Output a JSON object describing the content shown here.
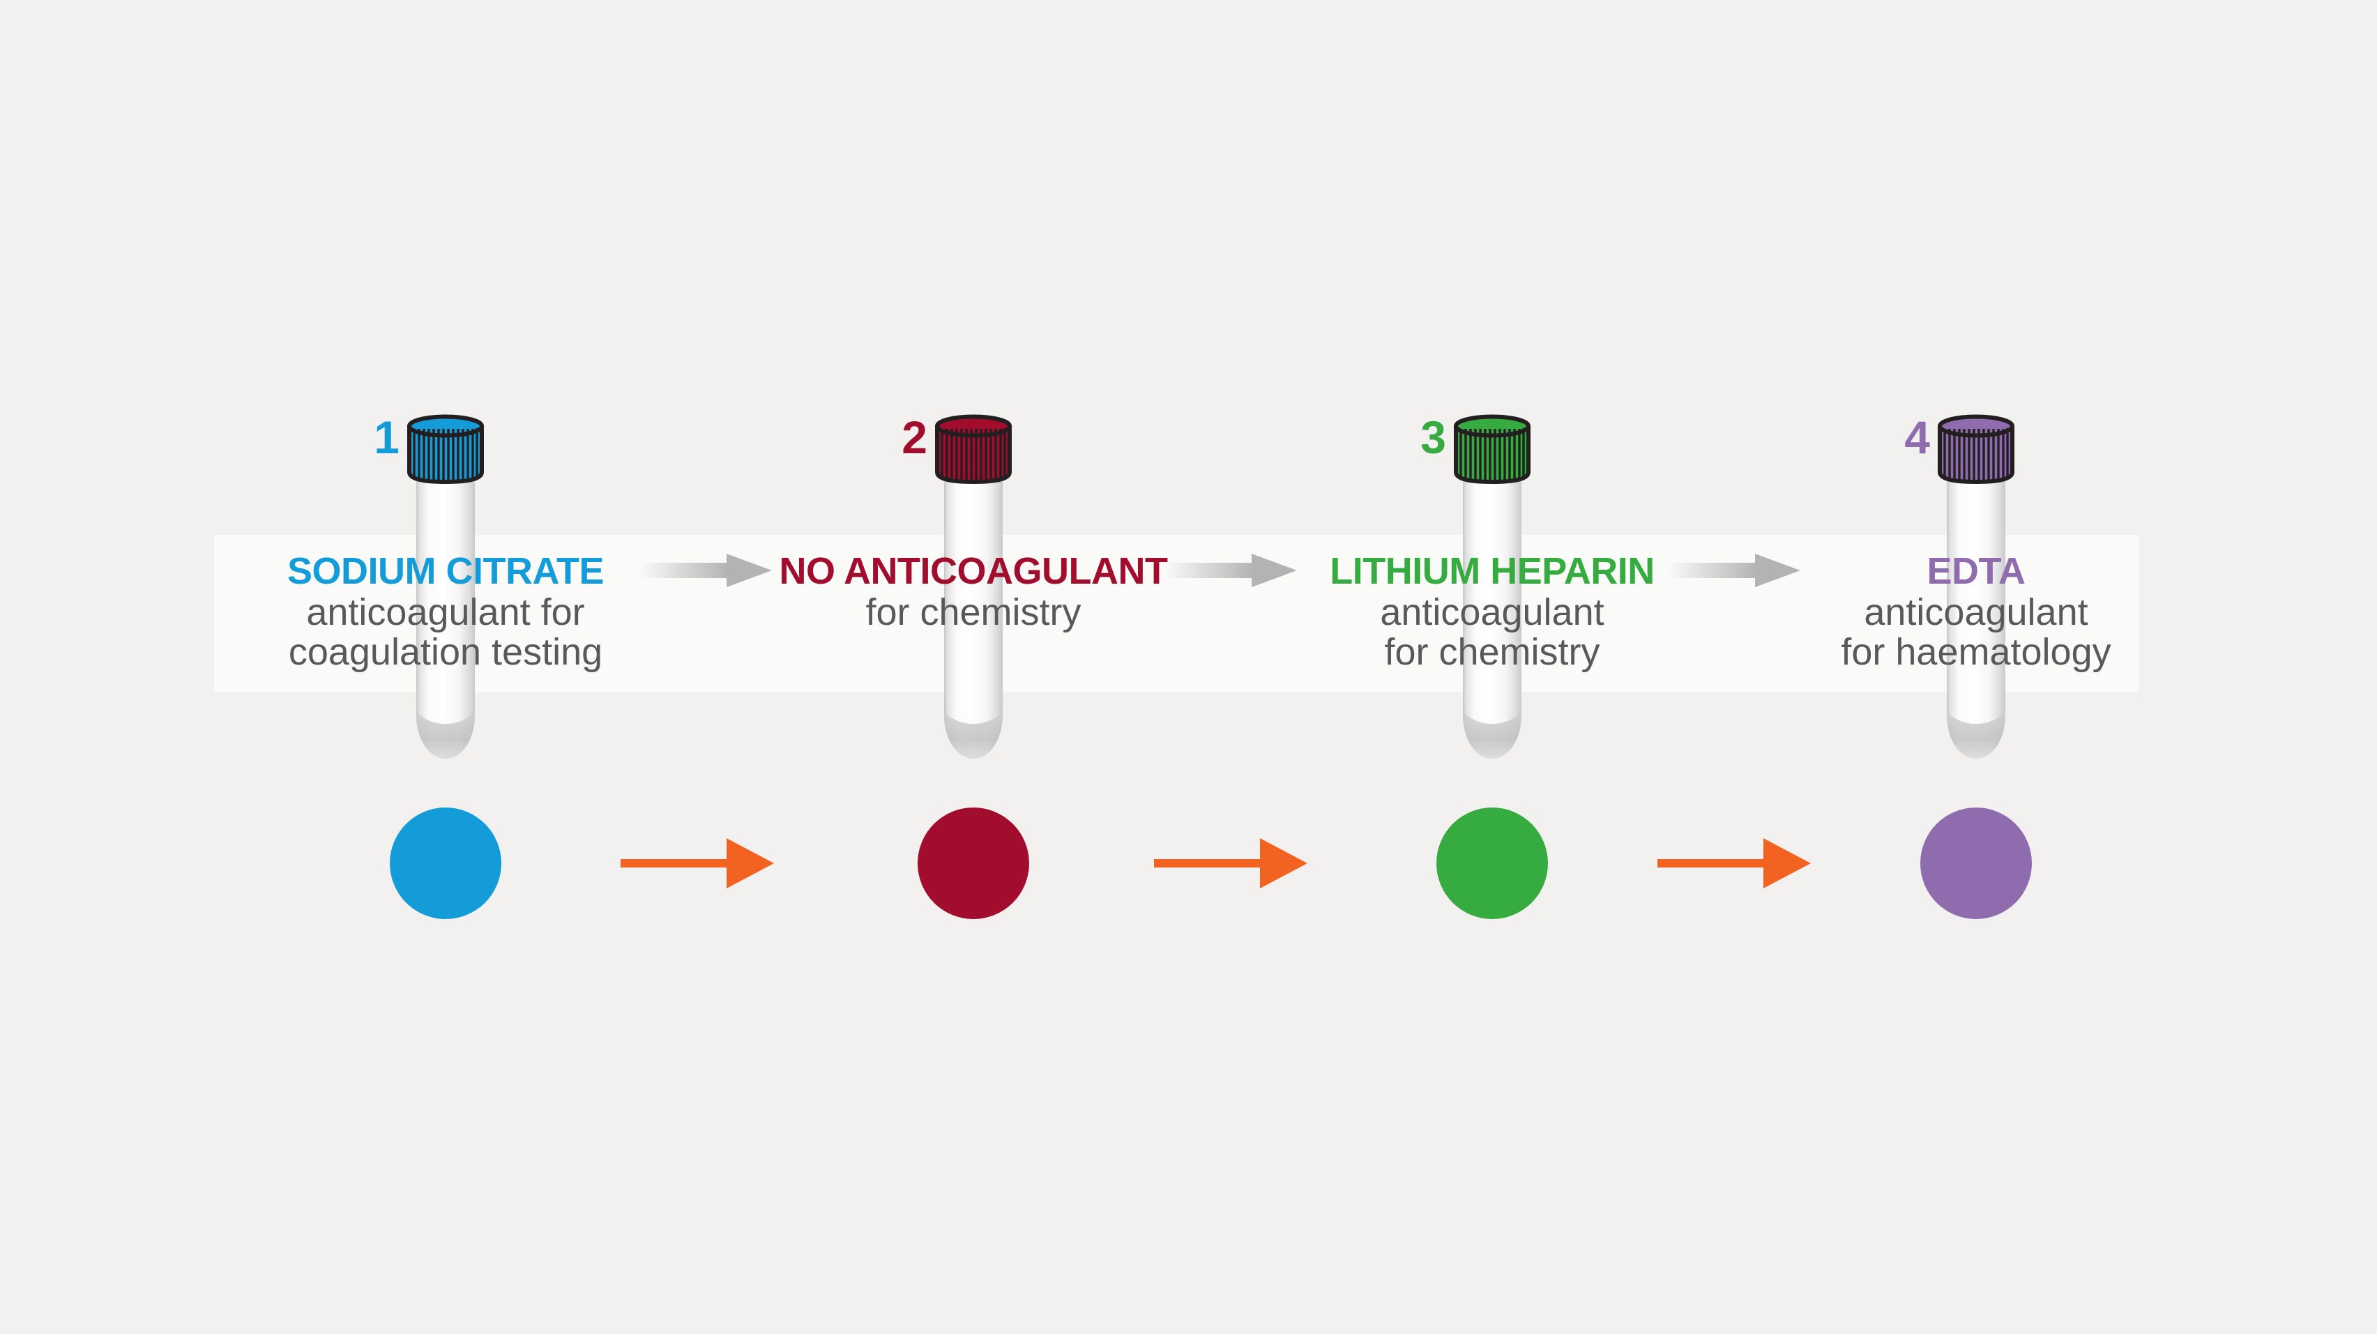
{
  "colors": {
    "background": "#F2F1EF",
    "band": "#FAFAF9",
    "description_text": "#58595B",
    "gray_arrow": "#B3B3B3",
    "orange_arrow": "#F26321",
    "cap_outline": "#231F20"
  },
  "tubes": [
    {
      "number": "1",
      "name": "SODIUM CITRATE",
      "color": "#149CD8",
      "desc": [
        "anticoagulant for",
        "coagulation testing"
      ]
    },
    {
      "number": "2",
      "name": "NO ANTICOAGULANT",
      "color": "#A30D2D",
      "desc": [
        "for chemistry"
      ]
    },
    {
      "number": "3",
      "name": "LITHIUM HEPARIN",
      "color": "#35AB40",
      "desc": [
        "anticoagulant",
        "for chemistry"
      ]
    },
    {
      "number": "4",
      "name": "EDTA",
      "color": "#8E6CAE",
      "desc": [
        "anticoagulant",
        "for haematology"
      ]
    }
  ]
}
